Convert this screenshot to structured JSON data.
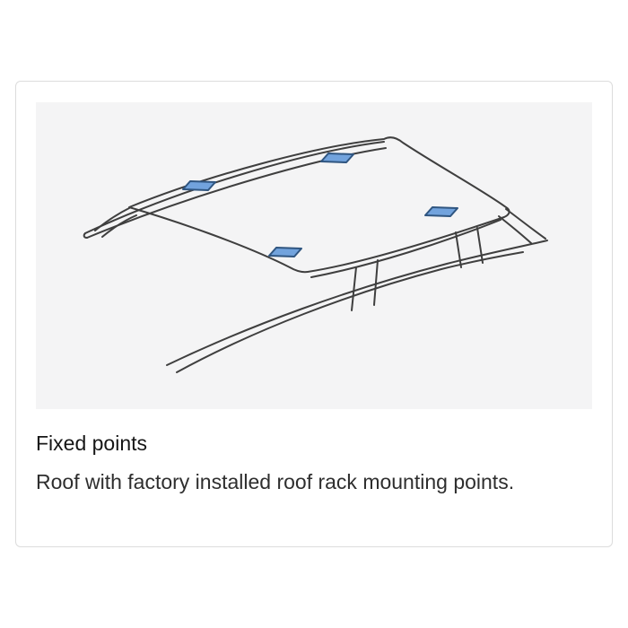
{
  "card": {
    "title": "Fixed points",
    "description": "Roof with factory installed roof rack mounting points.",
    "image_label": "car-roof-with-fixed-mounting-points"
  },
  "colors": {
    "card_border": "#dcdcdc",
    "image_bg": "#f4f4f5",
    "line": "#3f3f3f",
    "mount_fill": "#72a3dd",
    "mount_stroke": "#2f5580",
    "title_color": "#161616",
    "body_color": "#2e2e2e"
  }
}
